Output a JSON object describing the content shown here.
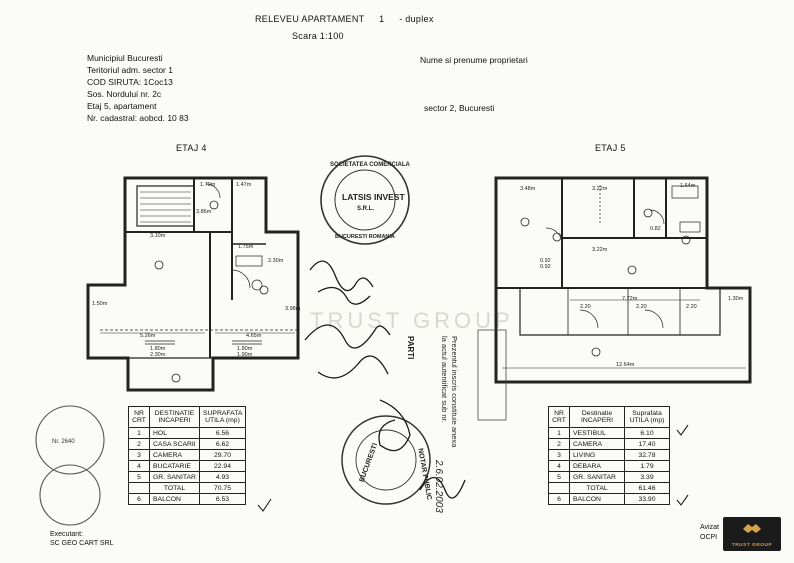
{
  "header": {
    "title": "RELEVEU APARTAMENT",
    "title_mark": "1",
    "title_suffix": "- duplex",
    "scale": "Scara 1:100"
  },
  "info_left": [
    "Municipiul Bucuresti",
    "Teritoriul adm. sector 1",
    "COD SIRUTA: 1Coc13",
    "Sos. Nordului nr. 2c",
    "Etaj 5, apartament",
    "Nr. cadastral: aobcd. 10 83"
  ],
  "info_right": {
    "owner_label": "Nume si prenume proprietari",
    "sector": "sector 2, Bucuresti"
  },
  "floors": {
    "floor4": "ETAJ 4",
    "floor5": "ETAJ 5"
  },
  "floor4_dims": [
    "1.70m",
    "1.47m",
    "3.10m",
    "3.86m",
    "1.75m",
    "5.26m",
    "4.65m",
    "1.50m",
    "2.30m",
    "3.98m",
    "1.80m",
    "1.80m",
    "2.30m",
    "1.90m"
  ],
  "floor5_dims": [
    "3.48m",
    "3.22m",
    "1.64m",
    "3.22m",
    "7.72m",
    "12.64m",
    "1.30m",
    "2.20",
    "2.20",
    "2.20",
    "0.92",
    "0.92",
    "0.82"
  ],
  "table_left": {
    "headers": [
      "NR CRT",
      "DESTINATIE INCAPERI",
      "SUPRAFATA UTILA (mp)"
    ],
    "rows": [
      [
        "1",
        "HOL",
        "6.56"
      ],
      [
        "2",
        "CASA SCARII",
        "6.62"
      ],
      [
        "3",
        "CAMERA",
        "29.70"
      ],
      [
        "4",
        "BUCATARIE",
        "22.94"
      ],
      [
        "5",
        "GR. SANITAR",
        "4.93"
      ]
    ],
    "total_label": "TOTAL",
    "total_value": "70.75",
    "balcony": [
      "6",
      "BALCON",
      "6.53"
    ]
  },
  "table_right": {
    "headers": [
      "NR CRT",
      "Destinatie INCAPERI",
      "Suprafata UTILA (mp)"
    ],
    "rows": [
      [
        "1",
        "VESTIBUL",
        "6.10"
      ],
      [
        "2",
        "CAMERA",
        "17.40"
      ],
      [
        "3",
        "LIVING",
        "32.78"
      ],
      [
        "4",
        "DEBARA",
        "1.79"
      ],
      [
        "5",
        "GR. SANITAR",
        "3.39"
      ]
    ],
    "total_label": "TOTAL",
    "total_value": "61.46",
    "balcony": [
      "6",
      "BALCON",
      "33.90"
    ]
  },
  "stamps": {
    "company_top": "SOCIETATEA COMERCIALA",
    "company_name": "LATSIS INVEST",
    "company_sub": "S.R.L.",
    "company_city": "BUCURESTI ROMANIA",
    "notary_ring": "NOTAR PUBLIC",
    "notary_city": "BUCURESTI",
    "parti": "PARTI",
    "annex_line1": "Prezentul inscris constituie anexa",
    "annex_line2": "la actul autentificat sub nr.",
    "annex_number": "2.6.02.2003"
  },
  "bottom_left": {
    "executant_label": "Executant:",
    "executant_name": "SC GEO CART SRL",
    "stamp_number": "Nr. 2640"
  },
  "bottom_right": {
    "avizat": "Avizat",
    "ocpi": "OCPI"
  },
  "watermark": "TRUST GROUP",
  "logo_text": "TRUST GROUP"
}
